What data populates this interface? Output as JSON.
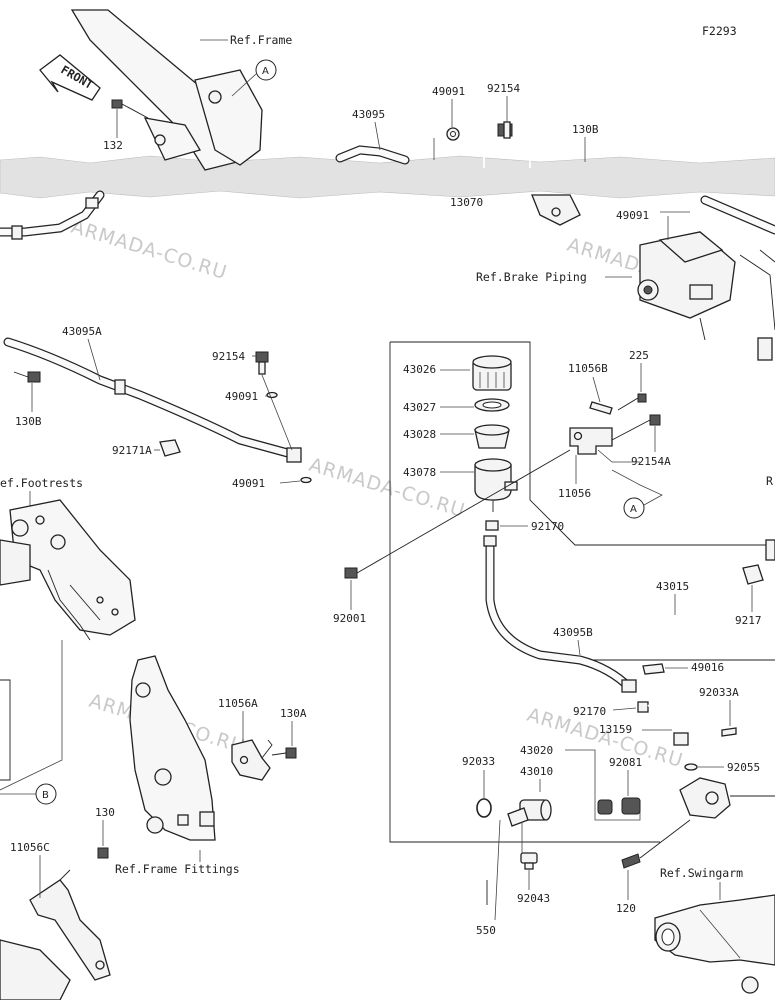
{
  "diagram_code": "F2293",
  "front_label": "FRONT",
  "watermark": "ARMADA-CO.RU",
  "references": {
    "ref_frame": "Ref.Frame",
    "ref_brake_piping": "Ref.Brake Piping",
    "ref_footrests": "ef.Footrests",
    "ref_frame_fittings": "Ref.Frame Fittings",
    "ref_swingarm": "Ref.Swingarm",
    "ref_right_cut": "R"
  },
  "callouts": {
    "a_top": "A",
    "a_mid": "A",
    "b": "B"
  },
  "parts": {
    "p132": "132",
    "p43095": "43095",
    "p49091_top": "49091",
    "p92154_top": "92154",
    "p130b_top": "130B",
    "p13070": "13070",
    "p49091_right": "49091",
    "p43095a": "43095A",
    "p92154_mid": "92154",
    "p49091_mid": "49091",
    "p130b_left": "130B",
    "p92171a": "92171A",
    "p49091_low": "49091",
    "p43026": "43026",
    "p43027": "43027",
    "p43028": "43028",
    "p43078": "43078",
    "p11056b": "11056B",
    "p225": "225",
    "p92154a": "92154A",
    "p11056": "11056",
    "p92170_top": "92170",
    "p92001": "92001",
    "p43015": "43015",
    "p9217_right": "9217",
    "p43095b": "43095B",
    "p49016": "49016",
    "p92033a": "92033A",
    "p92170_low": "92170",
    "p13159": "13159",
    "p43020": "43020",
    "p92055": "92055",
    "p92033": "92033",
    "p43010": "43010",
    "p92081": "92081",
    "p11056a": "11056A",
    "p130a": "130A",
    "p130": "130",
    "p11056c": "11056C",
    "p92043": "92043",
    "p550": "550",
    "p120": "120"
  }
}
